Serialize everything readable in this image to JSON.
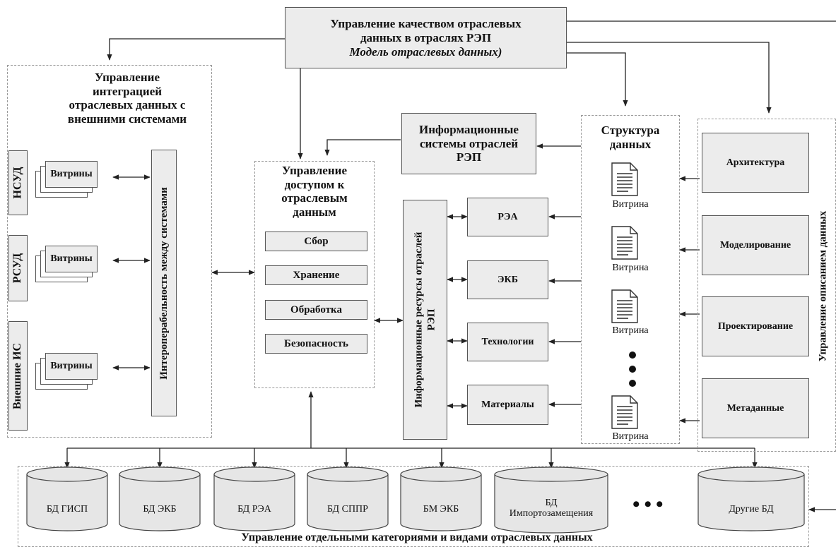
{
  "top": {
    "line1": "Управление качеством отраслевых",
    "line2": "данных в отраслях РЭП",
    "line3": "Модель отраслевых данных)"
  },
  "integration": {
    "title_lines": [
      "Управление",
      "интеграцией",
      "отраслевых данных с",
      "внешними системами"
    ],
    "systems": [
      "НСУД",
      "РСУД",
      "Внешние ИС"
    ],
    "showcase_label": "Витрины",
    "interop_label": "Интероперабельность между системами"
  },
  "access": {
    "title_lines": [
      "Управление",
      "доступом к",
      "отраслевым",
      "данным"
    ],
    "functions": [
      "Сбор",
      "Хранение",
      "Обработка",
      "Безопасность"
    ]
  },
  "info_systems": [
    "Информационные",
    "системы отраслей",
    "РЭП"
  ],
  "resources": {
    "label_line1": "Информационные ресурсы отраслей",
    "label_line2": "РЭП",
    "items": [
      "РЭА",
      "ЭКБ",
      "Технологии",
      "Материалы"
    ]
  },
  "structure": {
    "title_lines": [
      "Структура",
      "данных"
    ],
    "showcase": "Витрина"
  },
  "description": {
    "label": "Управление описанием данных",
    "items": [
      "Архитектура",
      "Моделирование",
      "Проектирование",
      "Метаданные"
    ]
  },
  "databases": {
    "items": [
      "БД ГИСП",
      "БД ЭКБ",
      "БД РЭА",
      "БД СППР",
      "БМ ЭКБ",
      "БД Импортозамещения",
      "Другие БД"
    ],
    "ellipsis": "•••",
    "caption": "Управление отдельными категориями и видами отраслевых данных"
  }
}
